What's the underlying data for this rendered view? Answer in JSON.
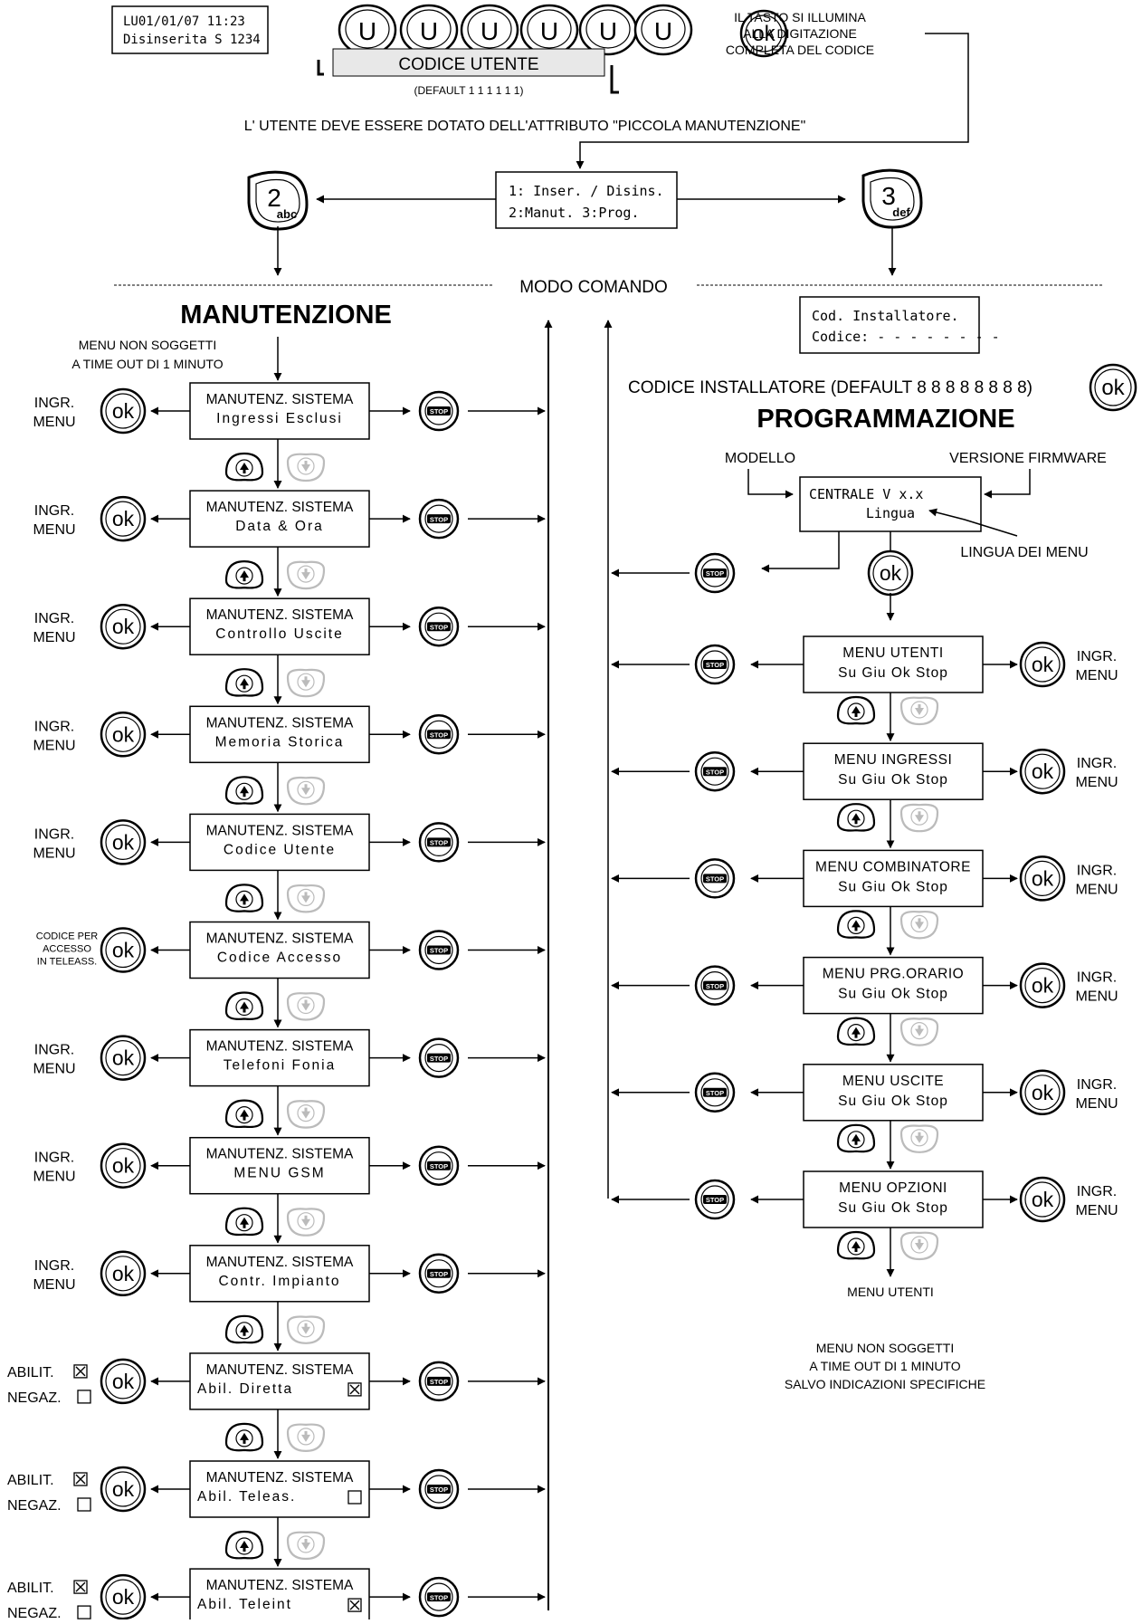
{
  "header": {
    "lcd_line1": "LU01/01/07  11:23",
    "lcd_line2": "Disinserita  S 1234",
    "code_key_letter": "U",
    "code_label": "CODICE UTENTE",
    "code_default": "(DEFAULT 1 1 1 1 1 1)",
    "ok_note": [
      "IL TASTO SI ILLUMINA",
      "ALLA DIGITAZIONE",
      "COMPLETA DEL CODICE"
    ],
    "attribute_note": "L' UTENTE DEVE ESSERE DOTATO DELL'ATTRIBUTO \"PICCOLA MANUTENZIONE\""
  },
  "selector": {
    "line1": "1: Inser. / Disins.",
    "line2": "2:Manut.  3:Prog.",
    "key2_digit": "2",
    "key2_letters": "abc",
    "key3_digit": "3",
    "key3_letters": "def"
  },
  "mode_label": "MODO COMANDO",
  "keys": {
    "ok": "ok",
    "stop": "STOP"
  },
  "manutenzione": {
    "title": "MANUTENZIONE",
    "note": [
      "MENU NON SOGGETTI",
      "A TIME OUT DI 1 MINUTO"
    ],
    "items": [
      {
        "line1": "MANUTENZ. SISTEMA",
        "line2": "Ingressi Esclusi",
        "left": [
          "INGR.",
          "MENU"
        ]
      },
      {
        "line1": "MANUTENZ. SISTEMA",
        "line2": "Data & Ora",
        "left": [
          "INGR.",
          "MENU"
        ]
      },
      {
        "line1": "MANUTENZ. SISTEMA",
        "line2": "Controllo Uscite",
        "left": [
          "INGR.",
          "MENU"
        ]
      },
      {
        "line1": "MANUTENZ. SISTEMA",
        "line2": "Memoria Storica",
        "left": [
          "INGR.",
          "MENU"
        ]
      },
      {
        "line1": "MANUTENZ. SISTEMA",
        "line2": "Codice Utente",
        "left": [
          "INGR.",
          "MENU"
        ]
      },
      {
        "line1": "MANUTENZ. SISTEMA",
        "line2": "Codice Accesso",
        "left": [
          "CODICE PER",
          "ACCESSO",
          "IN TELEASS."
        ]
      },
      {
        "line1": "MANUTENZ. SISTEMA",
        "line2": "Telefoni Fonia",
        "left": [
          "INGR.",
          "MENU"
        ]
      },
      {
        "line1": "MANUTENZ. SISTEMA",
        "line2": "MENU GSM",
        "left": [
          "INGR.",
          "MENU"
        ]
      },
      {
        "line1": "MANUTENZ. SISTEMA",
        "line2": "Contr. Impianto",
        "left": [
          "INGR.",
          "MENU"
        ]
      },
      {
        "line1": "MANUTENZ. SISTEMA",
        "line2": "Abil. Diretta",
        "checked": true,
        "left": [
          "ABILIT.",
          "NEGAZ."
        ]
      },
      {
        "line1": "MANUTENZ. SISTEMA",
        "line2": "Abil. Teleas.",
        "checked": false,
        "left": [
          "ABILIT.",
          "NEGAZ."
        ]
      },
      {
        "line1": "MANUTENZ. SISTEMA",
        "line2": "Abil. Teleint",
        "checked": true,
        "left": [
          "ABILIT.",
          "NEGAZ."
        ]
      }
    ]
  },
  "programmazione": {
    "installer_lcd": [
      "Cod.  Installatore.",
      "Codice: - - - - - - - -"
    ],
    "installer_code": "CODICE INSTALLATORE (DEFAULT  8 8 8 8 8 8 8 8)",
    "title": "PROGRAMMAZIONE",
    "model_label": "MODELLO",
    "firmware_label": "VERSIONE FIRMWARE",
    "central_lcd": [
      "CENTRALE      V x.x",
      "Lingua"
    ],
    "language_label": "LINGUA DEI MENU",
    "items": [
      {
        "line1": "MENU UTENTI",
        "line2": "Su Giu Ok  Stop",
        "right": [
          "INGR.",
          "MENU"
        ]
      },
      {
        "line1": "MENU INGRESSI",
        "line2": "Su Giu Ok  Stop",
        "right": [
          "INGR.",
          "MENU"
        ]
      },
      {
        "line1": "MENU COMBINATORE",
        "line2": "Su Giu Ok  Stop",
        "right": [
          "INGR.",
          "MENU"
        ]
      },
      {
        "line1": "MENU PRG.ORARIO",
        "line2": "Su Giu Ok  Stop",
        "right": [
          "INGR.",
          "MENU"
        ]
      },
      {
        "line1": "MENU USCITE",
        "line2": "Su Giu Ok  Stop",
        "right": [
          "INGR.",
          "MENU"
        ]
      },
      {
        "line1": "MENU OPZIONI",
        "line2": "Su Giu Ok  Stop",
        "right": [
          "INGR.",
          "MENU"
        ]
      }
    ],
    "loop_label": "MENU UTENTI",
    "note": [
      "MENU NON SOGGETTI",
      "A TIME OUT DI 1 MINUTO",
      "SALVO INDICAZIONI SPECIFICHE"
    ]
  }
}
